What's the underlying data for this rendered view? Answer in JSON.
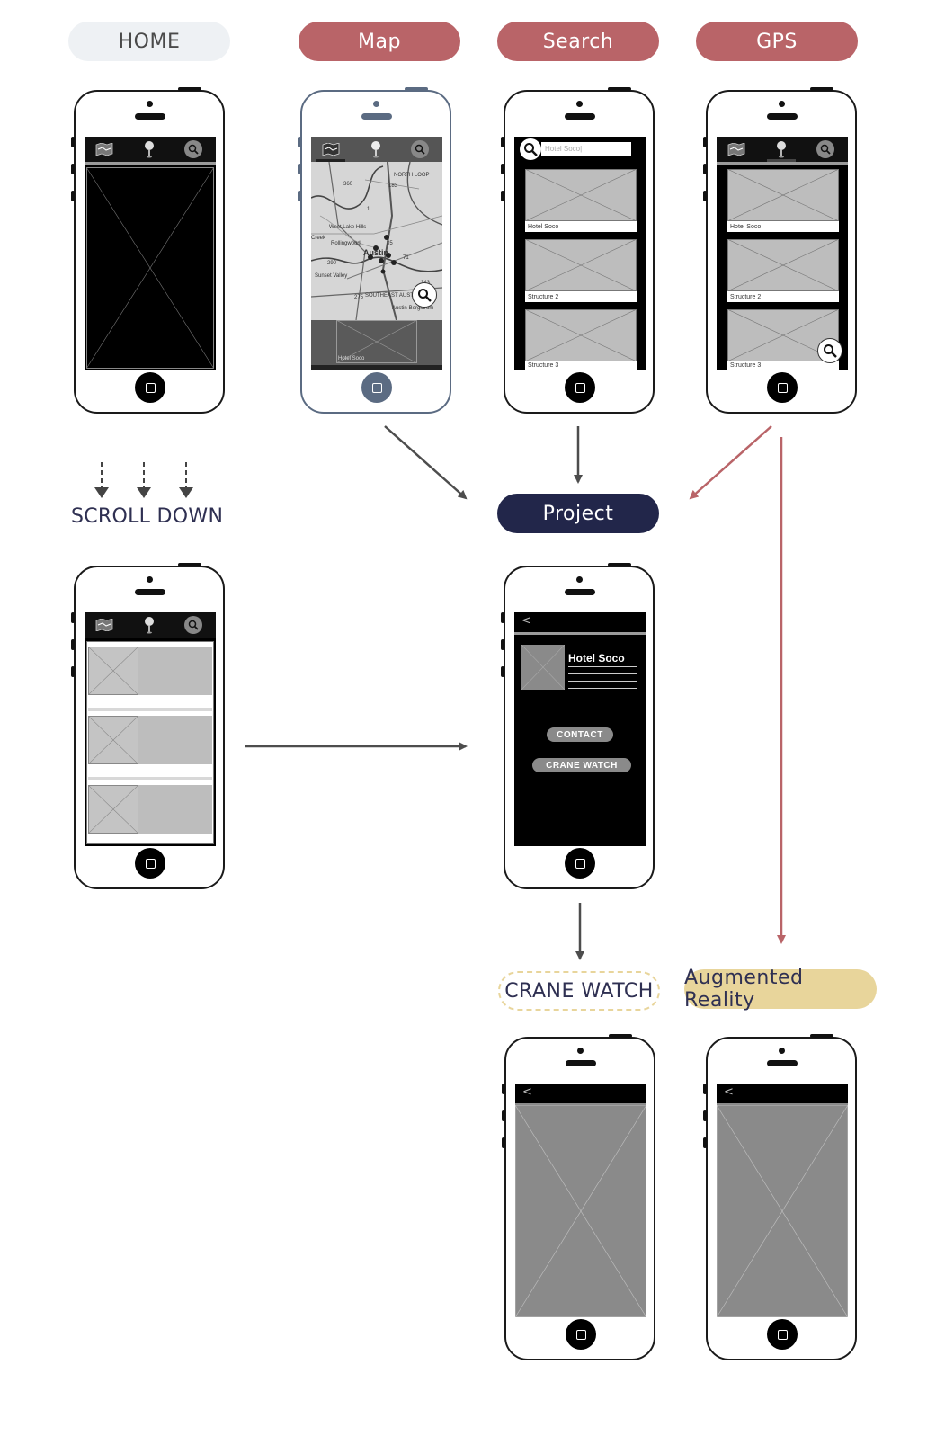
{
  "labels": {
    "home": "HOME",
    "map": "Map",
    "search": "Search",
    "gps": "GPS",
    "scroll_down": "SCROLL DOWN",
    "project": "Project",
    "crane_watch": "CRANE WATCH",
    "augmented_reality": "Augmented Reality"
  },
  "search_screen": {
    "query": "Hotel Soco|",
    "results": [
      "Hotel Soco",
      "Structure 2",
      "Structure 3"
    ]
  },
  "gps_screen": {
    "results": [
      "Hotel Soco",
      "Structure 2",
      "Structure 3"
    ]
  },
  "map_screen": {
    "place_labels": [
      "West Lake Hills",
      "Rollingwood",
      "Austin",
      "Sunset Valley",
      "SOUTHEAST AUSTIN",
      "Austin-Bergstrom",
      "NORTH LOOP",
      "Creek"
    ],
    "road_labels": [
      "183",
      "360",
      "35",
      "71",
      "1",
      "290",
      "275",
      "343"
    ],
    "card_caption": "Hotel Soco"
  },
  "project_screen": {
    "title": "Hotel Soco",
    "back": "<",
    "contact_label": "CONTACT",
    "crane_watch_label": "CRANE WATCH"
  },
  "colors": {
    "nav_red": "#b96468",
    "project_navy": "#22264a",
    "ar_gold": "#e8d59b",
    "home_gray": "#eef1f4",
    "arrow_gray": "#4d4d4d"
  }
}
